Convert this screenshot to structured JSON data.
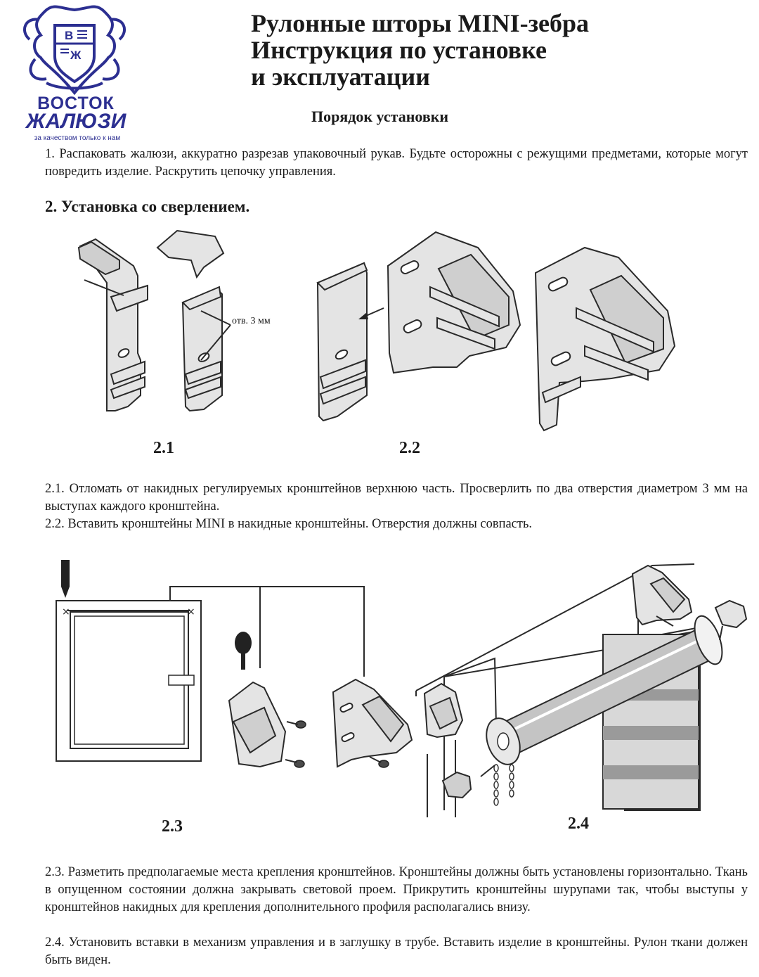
{
  "brand": {
    "line1": "ВОСТОК",
    "line2": "ЖАЛЮЗИ",
    "slogan": "за качеством только к нам",
    "emblem_top": "В",
    "emblem_bottom": "Ж",
    "color": "#2c2f91"
  },
  "header": {
    "title_line1": "Рулонные шторы MINI-зебра",
    "title_line2": "Инструкция по установке",
    "title_line3": "и эксплуатации",
    "subtitle": "Порядок установки"
  },
  "step1": "1. Распаковать жалюзи, аккуратно разрезав упаковочный рукав. Будьте осторожны с режущими предметами, которые могут повредить изделие. Раскрутить цепочку управления.",
  "section2": "2. Установка со сверлением.",
  "figures": {
    "f21": "2.1",
    "f22": "2.2",
    "f23": "2.3",
    "f24": "2.4",
    "hole_label": "отв. 3 мм"
  },
  "text_21": "2.1. Отломать от накидных регулируемых кронштейнов верхнюю часть. Просверлить по два отверстия диаметром 3 мм на выступах каждого кронштейна.",
  "text_22": "2.2. Вставить кронштейны MINI в накидные кронштейны. Отверстия должны совпасть.",
  "text_23": "2.3. Разметить предполагаемые места крепления кронштейнов. Кронштейны должны быть установлены горизонтально. Ткань в опущенном состоянии должна закрывать световой проем. Прикрутить кронштейны шурупами так, чтобы выступы у кронштейнов накидных для крепления дополнительного профиля располагались внизу.",
  "text_24": "2.4. Установить вставки в механизм управления и в заглушку в трубе. Вставить изделие в кронштейны. Рулон ткани должен быть виден."
}
